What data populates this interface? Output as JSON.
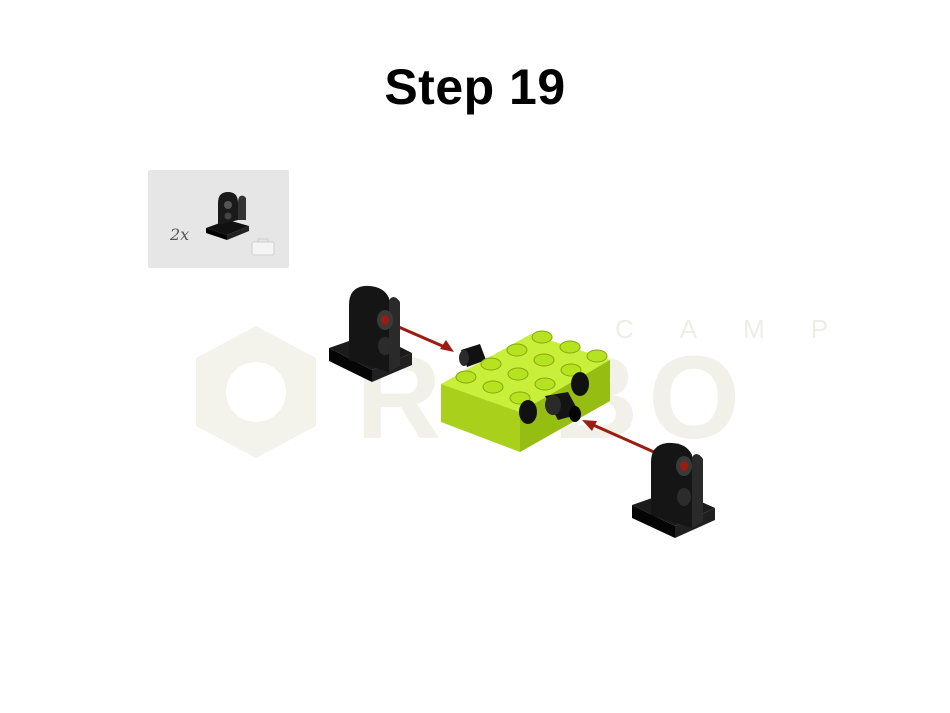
{
  "page": {
    "step_title": "Step 19"
  },
  "parts_list": {
    "quantity": "2x",
    "part_icon": "black-perpendicular-axle-connector-icon",
    "box_icon": "toolbox-icon"
  },
  "watermark": {
    "logo_icon": "hexagon-logo-icon",
    "letters": "ROBO",
    "sub_letters": "CAMP"
  },
  "colors": {
    "brick": "#b6e31f",
    "brick_dark": "#8fb50f",
    "part": "#151515",
    "arrow": "#9b1c12",
    "parts_bg": "#e6e6e6",
    "watermark": "#f2f2ec"
  }
}
